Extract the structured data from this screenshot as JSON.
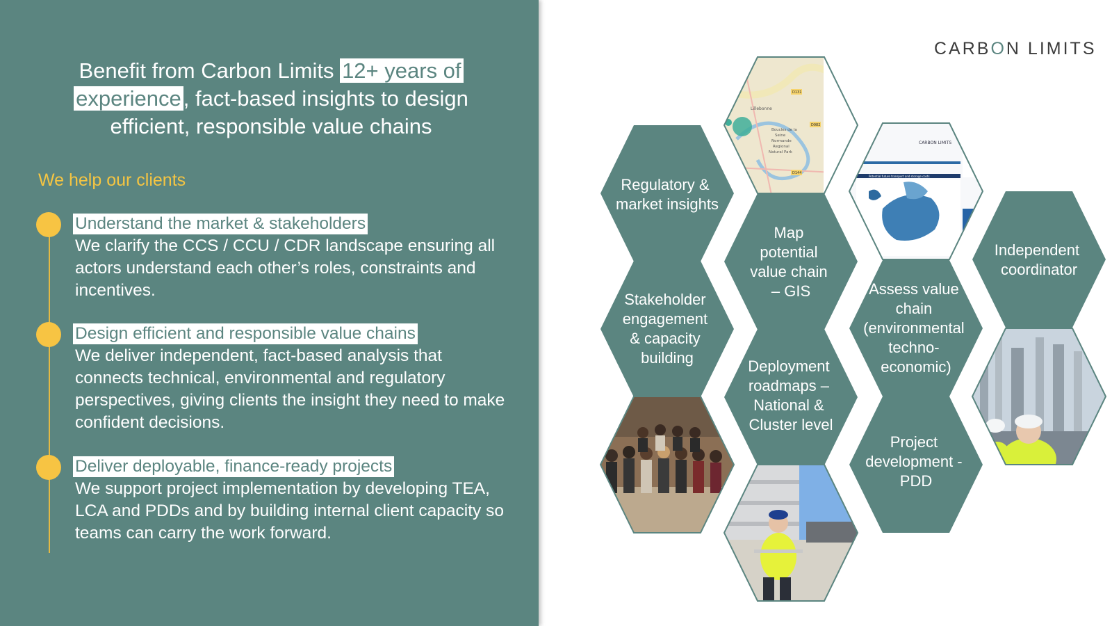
{
  "headline": {
    "part1": "Benefit from Carbon Limits ",
    "highlight1": "12+ years of",
    "highlight2": "experience",
    "part2": ", fact-based insights to design efficient, responsible value chains"
  },
  "subhead": "We help our clients",
  "items": [
    {
      "title": "Understand the market & stakeholders",
      "body": "We clarify the CCS / CCU / CDR landscape ensuring all actors understand each other’s roles, constraints and incentives."
    },
    {
      "title": "Design efficient and responsible value chains",
      "body": "We deliver independent, fact-based analysis that connects technical, environmental and regulatory perspectives, giving clients the insight they need to make confident decisions."
    },
    {
      "title": "Deliver deployable, finance-ready projects",
      "body": "We support project implementation by developing TEA, LCA and PDDs and by building internal client capacity so teams can carry the work forward."
    }
  ],
  "brand": {
    "a": "CARB",
    "o": "O",
    "b": "N LIMITS"
  },
  "hexes": [
    {
      "lines": [
        "Regulatory &",
        "market insights"
      ]
    },
    {
      "lines": [
        "Map",
        "potential",
        "value chain",
        "– GIS"
      ]
    },
    {
      "lines": [
        "Independent",
        "coordinator"
      ]
    },
    {
      "lines": [
        "Stakeholder",
        "engagement",
        "& capacity",
        "building"
      ]
    },
    {
      "lines": [
        "Assess value",
        "chain",
        "(environmental",
        "techno-",
        "economic)"
      ]
    },
    {
      "lines": [
        "Deployment",
        "roadmaps –",
        "National &",
        "Cluster level"
      ]
    },
    {
      "lines": [
        "Project",
        "development -",
        "PDD"
      ]
    }
  ],
  "images": {
    "map_labels": [
      "Lillebonne",
      "Boucles de la Seine Normande Regional Natural Park",
      "D131",
      "D982",
      "D144"
    ],
    "dashboard_brand": "CARBON LIMITS",
    "dashboard_title": "Potential future transport and storage costs"
  },
  "colors": {
    "panel": "#5b8580",
    "accent": "#f7c443",
    "hex": "#5b8580"
  }
}
